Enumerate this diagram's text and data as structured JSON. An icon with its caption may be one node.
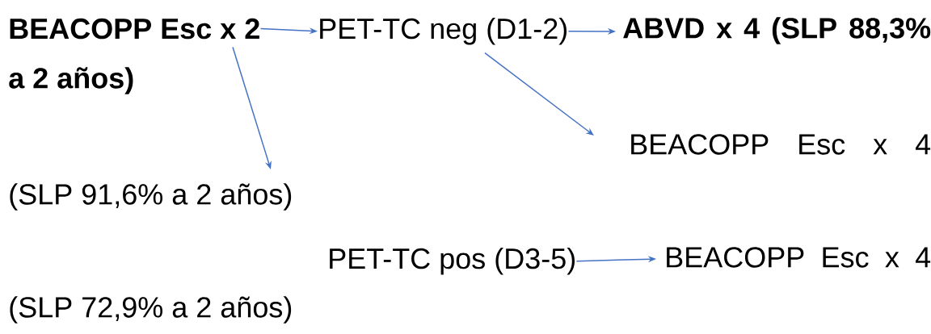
{
  "diagram": {
    "nodes": [
      {
        "text": [
          "BEACOPP Esc x 2"
        ]
      },
      {
        "text": [
          "PET-TC neg (D1-2)"
        ]
      },
      {
        "text": [
          "ABVD x 4 (SLP 88,3% a 2 años)"
        ]
      },
      {
        "text": [
          "BEACOPP Esc x 4 (SLP 91,6% a 2 años)"
        ]
      },
      {
        "text": [
          "PET-TC pos (D3-5)"
        ]
      },
      {
        "text": [
          "BEACOPP Esc x 4 (SLP 72,9% a 2 años)"
        ]
      }
    ],
    "edges": [
      {
        "from": 0,
        "to": 1,
        "arrow": "to"
      },
      {
        "from": 1,
        "to": 2,
        "arrow": "to"
      },
      {
        "from": 0,
        "to": 3,
        "arrow": "to"
      },
      {
        "from": 1,
        "to": 3,
        "arrow": "to"
      },
      {
        "from": 4,
        "to": 5,
        "arrow": "to"
      }
    ]
  }
}
